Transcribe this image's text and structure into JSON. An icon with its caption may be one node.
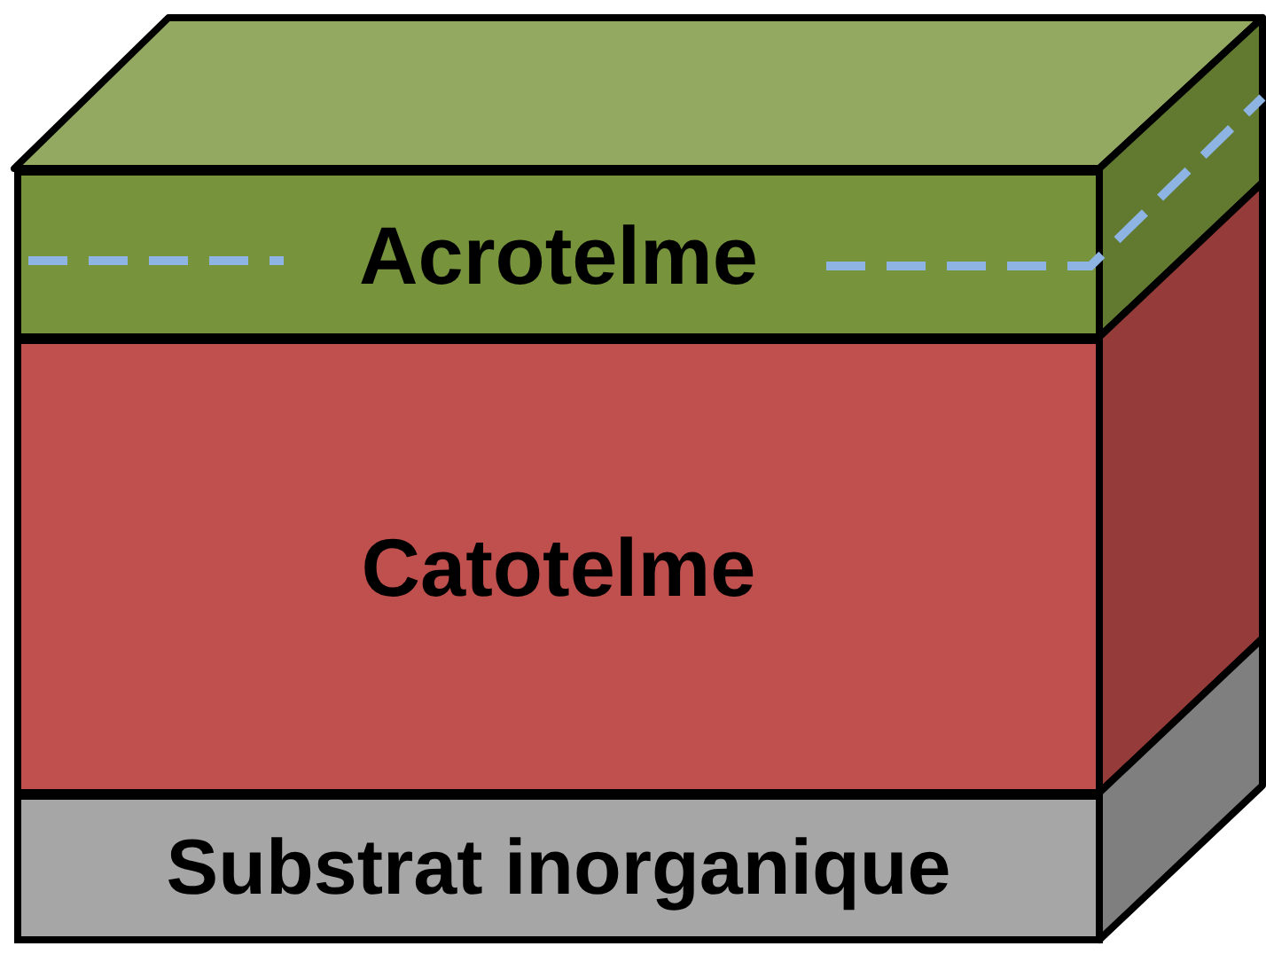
{
  "diagram": {
    "nodes": [
      {
        "text": [
          "Acrotelme"
        ]
      },
      {
        "text": [
          "Catotelme"
        ]
      },
      {
        "text": [
          "Substrat inorganique"
        ]
      }
    ]
  }
}
